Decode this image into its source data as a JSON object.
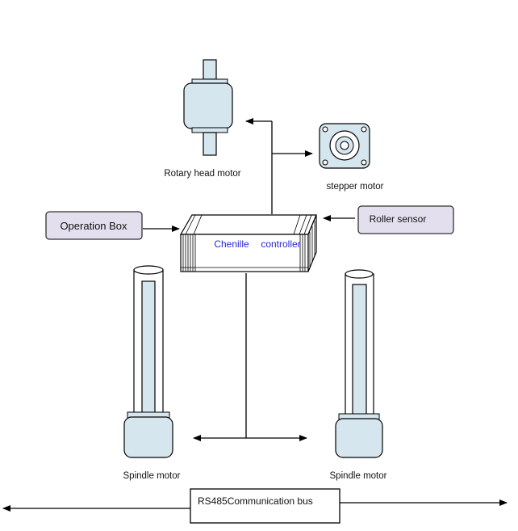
{
  "labels": {
    "rotary_head_motor": "Rotary head motor",
    "stepper_motor": "stepper motor",
    "operation_box": "Operation Box",
    "roller_sensor": "Roller sensor",
    "controller_word1": "Chenille",
    "controller_word2": "controller",
    "spindle_motor_left": "Spindle motor",
    "spindle_motor_right": "Spindle motor",
    "bus": "RS485Communication bus"
  },
  "colors": {
    "motor_fill": "#d6e6ef",
    "box_fill": "#e3dfee",
    "controller_text": "#2a2ad0",
    "line": "#000000"
  }
}
